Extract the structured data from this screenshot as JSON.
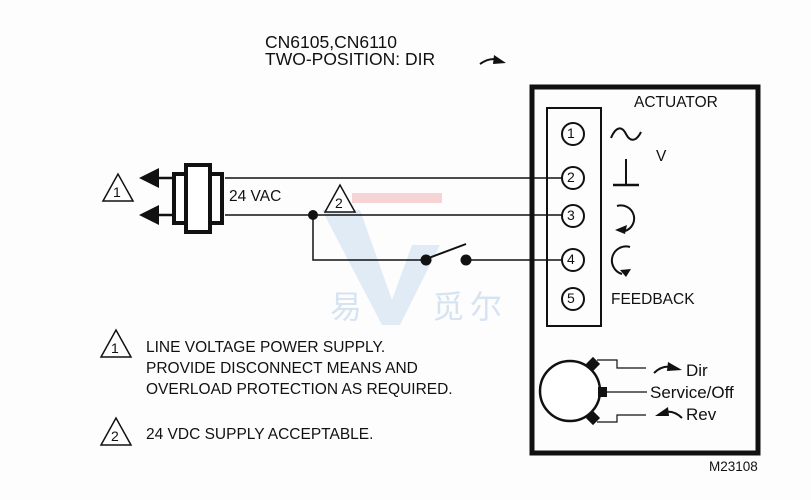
{
  "header": {
    "models": "CN6105,CN6110",
    "mode": "TWO-POSITION: DIR"
  },
  "actuator": {
    "title": "ACTUATOR",
    "terminals": [
      {
        "number": "1",
        "symbol": "ac-tilde-icon"
      },
      {
        "number": "2",
        "symbol": "ground-icon"
      },
      {
        "number": "3",
        "symbol": "clockwise-arrow-icon"
      },
      {
        "number": "4",
        "symbol": "counterclockwise-arrow-icon"
      },
      {
        "number": "5",
        "symbol": "feedback",
        "label": "FEEDBACK"
      }
    ],
    "voltage_label": "V",
    "selector": {
      "positions": [
        {
          "label": "Dir",
          "arrow": "clockwise-arrow-icon"
        },
        {
          "label": "Service/Off"
        },
        {
          "label": "Rev",
          "arrow": "counterclockwise-arrow-icon"
        }
      ]
    }
  },
  "wiring": {
    "supply_label": "24 VAC",
    "markers": [
      {
        "number": "1"
      },
      {
        "number": "2"
      }
    ]
  },
  "notes": [
    {
      "marker": "1",
      "lines": [
        "LINE VOLTAGE POWER SUPPLY.",
        "PROVIDE DISCONNECT MEANS AND",
        "OVERLOAD PROTECTION AS REQUIRED."
      ]
    },
    {
      "marker": "2",
      "lines": [
        "24 VDC SUPPLY ACCEPTABLE."
      ]
    }
  ],
  "figure_id": "M23108",
  "watermark": {
    "left": "易",
    "right": "觅尔"
  }
}
